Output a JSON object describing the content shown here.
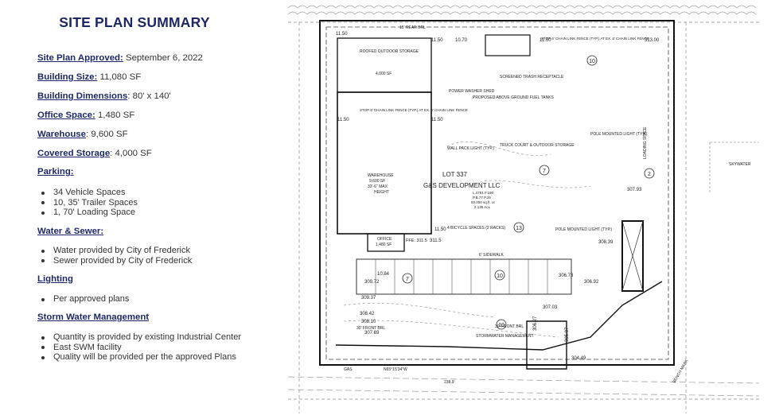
{
  "title": "SITE PLAN SUMMARY",
  "approved": {
    "label": "Site Plan Approved:",
    "value": " September 6, 2022"
  },
  "building_size": {
    "label": "Building Size:",
    "value": "  11,080 SF"
  },
  "building_dimensions": {
    "label": "Building Dimensions",
    "value": ": 80' x 140'"
  },
  "office_space": {
    "label": "Office Space:",
    "value": " 1,480 SF"
  },
  "warehouse": {
    "label": "Warehouse",
    "value": ": 9,600 SF"
  },
  "covered_storage": {
    "label": "Covered Storage",
    "value": ": 4,000 SF"
  },
  "parking": {
    "label": "Parking:",
    "items": [
      "34 Vehicle Spaces",
      "10, 35' Trailer Spaces",
      "1, 70' Loading Space"
    ]
  },
  "water_sewer": {
    "label": "Water & Sewer:",
    "items": [
      "Water provided by City of Frederick",
      "Sewer provided by City of Frederick"
    ]
  },
  "lighting": {
    "label": "Lighting",
    "items": [
      "Per approved plans"
    ]
  },
  "storm_water": {
    "label": "Storm Water Management",
    "items": [
      "Quantity is provided by existing Industrial Center",
      "East SWM facility",
      "Quality will be provided per the approved Plans"
    ]
  },
  "plan": {
    "lot": "LOT 337",
    "owner": "G&S DEVELOPMENT LLC",
    "lot_ref1": "L.4781 F.190",
    "lot_ref2": "P.B.77 P.25",
    "lot_area": "93,000 sq.ft. or",
    "lot_acres": "2.135 Ac±",
    "roofed_storage": "ROOFED OUTDOOR STORAGE",
    "roofed_storage_area": "4,000 SF",
    "warehouse_label": "WAREHOUSE",
    "warehouse_area": "9,600 SF",
    "warehouse_height": "33'-6\" MAX",
    "warehouse_height2": "HEIGHT",
    "office_label": "OFFICE",
    "office_area": "1,480 SF",
    "ffe": "FFE: 311.5",
    "truck_court": "TRUCK COURT & OUTDOOR STORAGE",
    "wall_pack": "WALL PACK LIGHT (TYP.)",
    "pole_light": "POLE MOUNTED LIGHT (TYP.)",
    "pole_light2": "POLE MOUNTED LIGHT (TYP.)",
    "power_washer": "POWER WASHER SHED",
    "fuel_tanks": "PROPOSED ABOVE GROUND FUEL TANKS",
    "trash": "SCREENED TRASH RECEPTACLE",
    "fence1": "STOP 6' CHAIN LINK FENCE (TYP.) AT EX. 6' CHAIN LINK FENCE",
    "fence2": "STOP 6' CHAIN LINK FENCE (TYP.) AT EX. 6' CHAIN LINK FENCE",
    "bike": "4 BICYCLE SPACES (2 RACKS)",
    "sidewalk": "6' SIDEWALK",
    "swm": "STORMWATER MANAGEMENT",
    "loading": "LOADING SPACE",
    "setback_rear": "15' REAR BRL",
    "setback_front1": "30' FRONT BRL",
    "setback_front2": "30' FRONT BRL",
    "skywater": "SKYWATER",
    "elev": [
      "11.50",
      "10.70",
      "11.00",
      "313.00",
      "11.50",
      "11.50",
      "11.50",
      "11.50",
      "309.72",
      "309.37",
      "308.42",
      "308.10",
      "307.69",
      "306.73",
      "306.92",
      "308.39",
      "307.03",
      "306.27",
      "305.37",
      "304.49",
      "307.93",
      "10.84",
      "311.5"
    ],
    "bearing": "N65°15'34\"W",
    "dist": "238.9'",
    "gas": "GAS",
    "bench": "BENCH MARK",
    "numbers": [
      "10",
      "7",
      "13",
      "2",
      "7",
      "10",
      "10"
    ]
  }
}
